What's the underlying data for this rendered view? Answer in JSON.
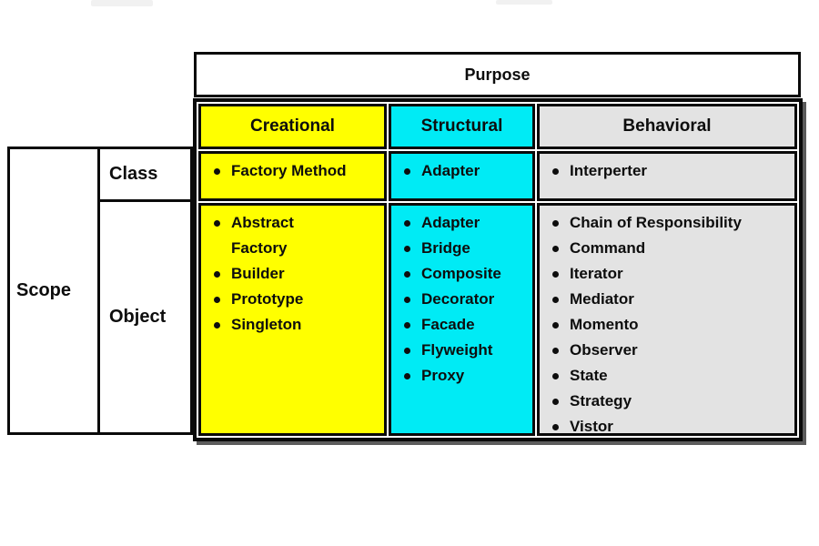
{
  "colors": {
    "creational": "#FFFF00",
    "structural": "#00EBF5",
    "behavioral": "#E3E3E3",
    "border": "#0a0a0a",
    "shadow": "#5c5c5c"
  },
  "purpose": {
    "label": "Purpose"
  },
  "scope": {
    "label": "Scope",
    "class_label": "Class",
    "object_label": "Object"
  },
  "matrix": {
    "headers": {
      "creational": "Creational",
      "structural": "Structural",
      "behavioral": "Behavioral"
    },
    "class_row": {
      "creational": [
        "Factory Method"
      ],
      "structural": [
        "Adapter"
      ],
      "behavioral": [
        "Interperter"
      ]
    },
    "object_row": {
      "creational": [
        "Abstract\nFactory",
        "Builder",
        "Prototype",
        "Singleton"
      ],
      "structural": [
        "Adapter",
        "Bridge",
        "Composite",
        "Decorator",
        "Facade",
        "Flyweight",
        "Proxy"
      ],
      "behavioral": [
        "Chain of Responsibility",
        "Command",
        "Iterator",
        "Mediator",
        "Momento",
        "Observer",
        "State",
        "Strategy",
        "Vistor"
      ]
    }
  }
}
